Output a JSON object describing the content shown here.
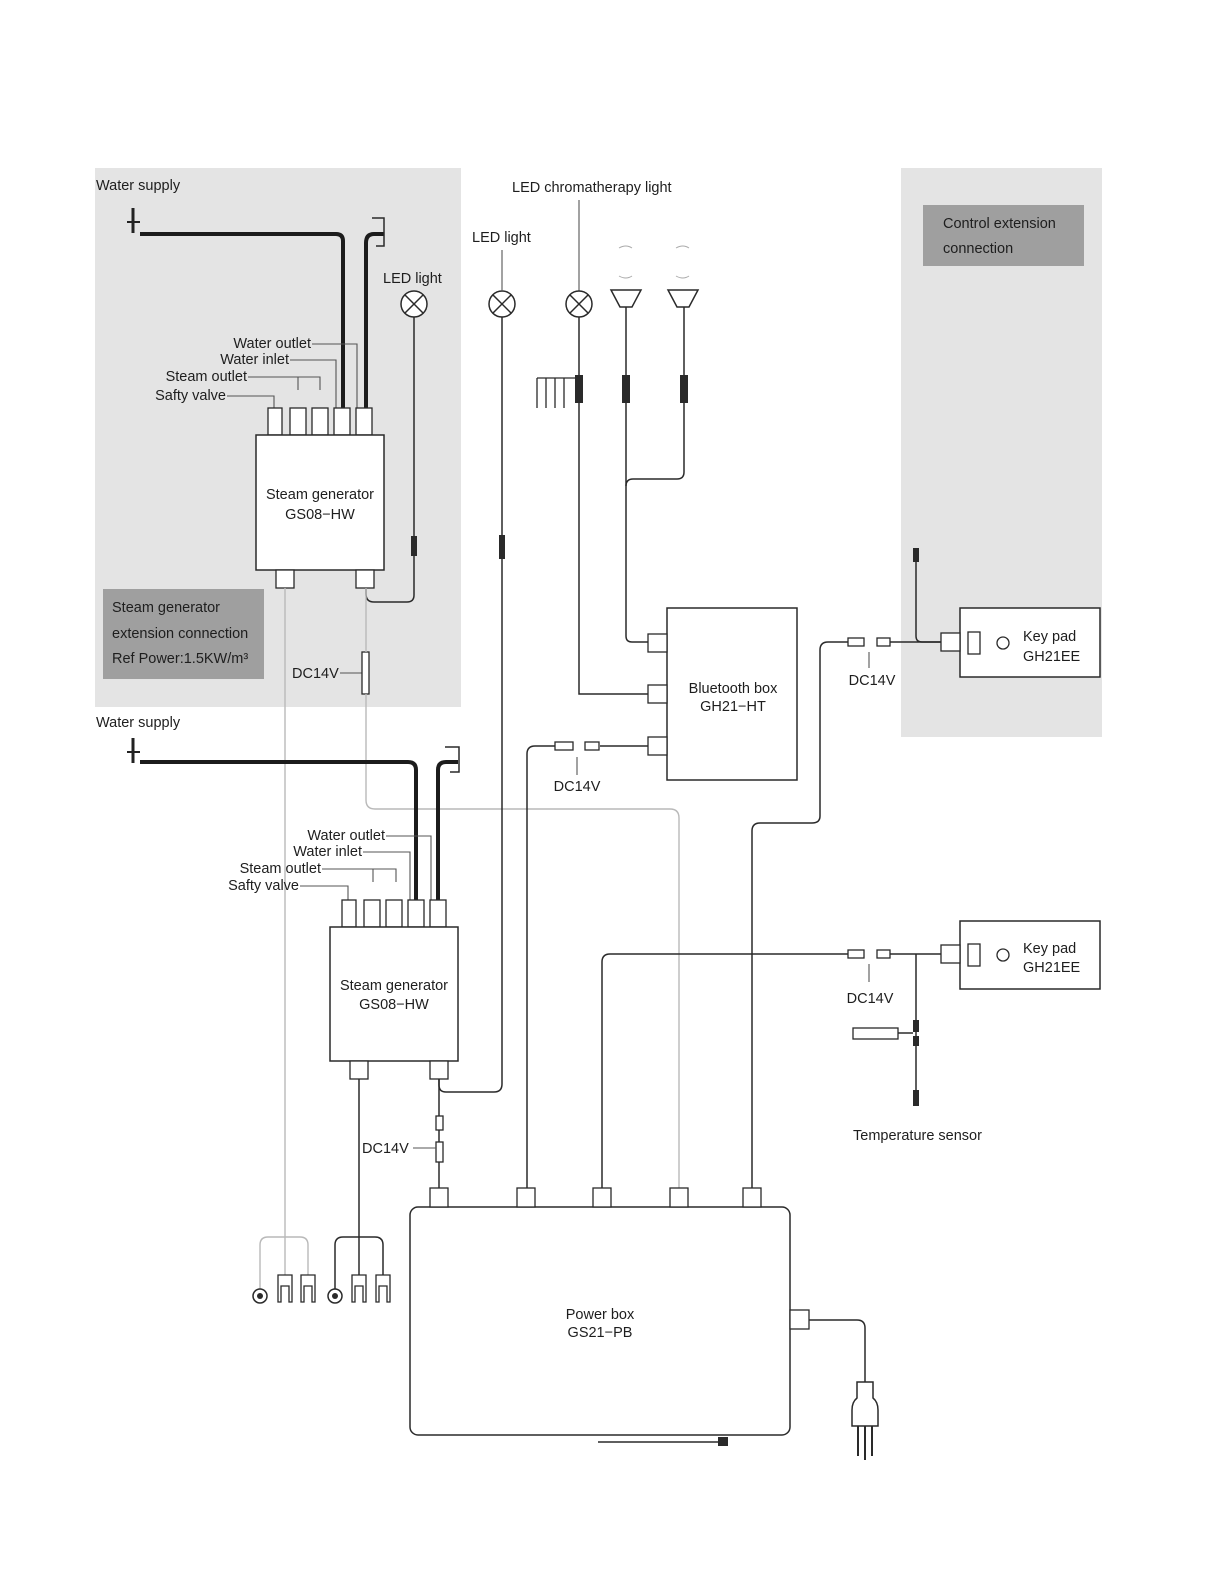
{
  "labels": {
    "water_supply_top": "Water supply",
    "water_supply_mid": "Water supply",
    "led_chromatherapy": "LED chromatherapy light",
    "led_light_center": "LED light",
    "led_light_left": "LED light",
    "control_ext_1": "Control extension",
    "control_ext_2": "connection",
    "sg_ext_1": "Steam generator",
    "sg_ext_2": "extension connection",
    "sg_ext_3": "Ref Power:1.5KW/m³",
    "gen1_water_outlet": "Water outlet",
    "gen1_water_inlet": "Water inlet",
    "gen1_steam_outlet": "Steam outlet",
    "gen1_safety_valve": "Safty valve",
    "gen1_name": "Steam generator",
    "gen1_model": "GS08−HW",
    "gen2_water_outlet": "Water outlet",
    "gen2_water_inlet": "Water inlet",
    "gen2_steam_outlet": "Steam outlet",
    "gen2_safety_valve": "Safty valve",
    "gen2_name": "Steam generator",
    "gen2_model": "GS08−HW",
    "dc_gen1": "DC14V",
    "dc_bluetooth": "DC14V",
    "dc_keypad1": "DC14V",
    "dc_keypad2": "DC14V",
    "dc_gen2": "DC14V",
    "bt_name": "Bluetooth box",
    "bt_model": "GH21−HT",
    "kp1_name": "Key pad",
    "kp1_model": "GH21EE",
    "kp2_name": "Key pad",
    "kp2_model": "GH21EE",
    "temp_sensor": "Temperature sensor",
    "pb_name": "Power box",
    "pb_model": "GS21−PB"
  }
}
